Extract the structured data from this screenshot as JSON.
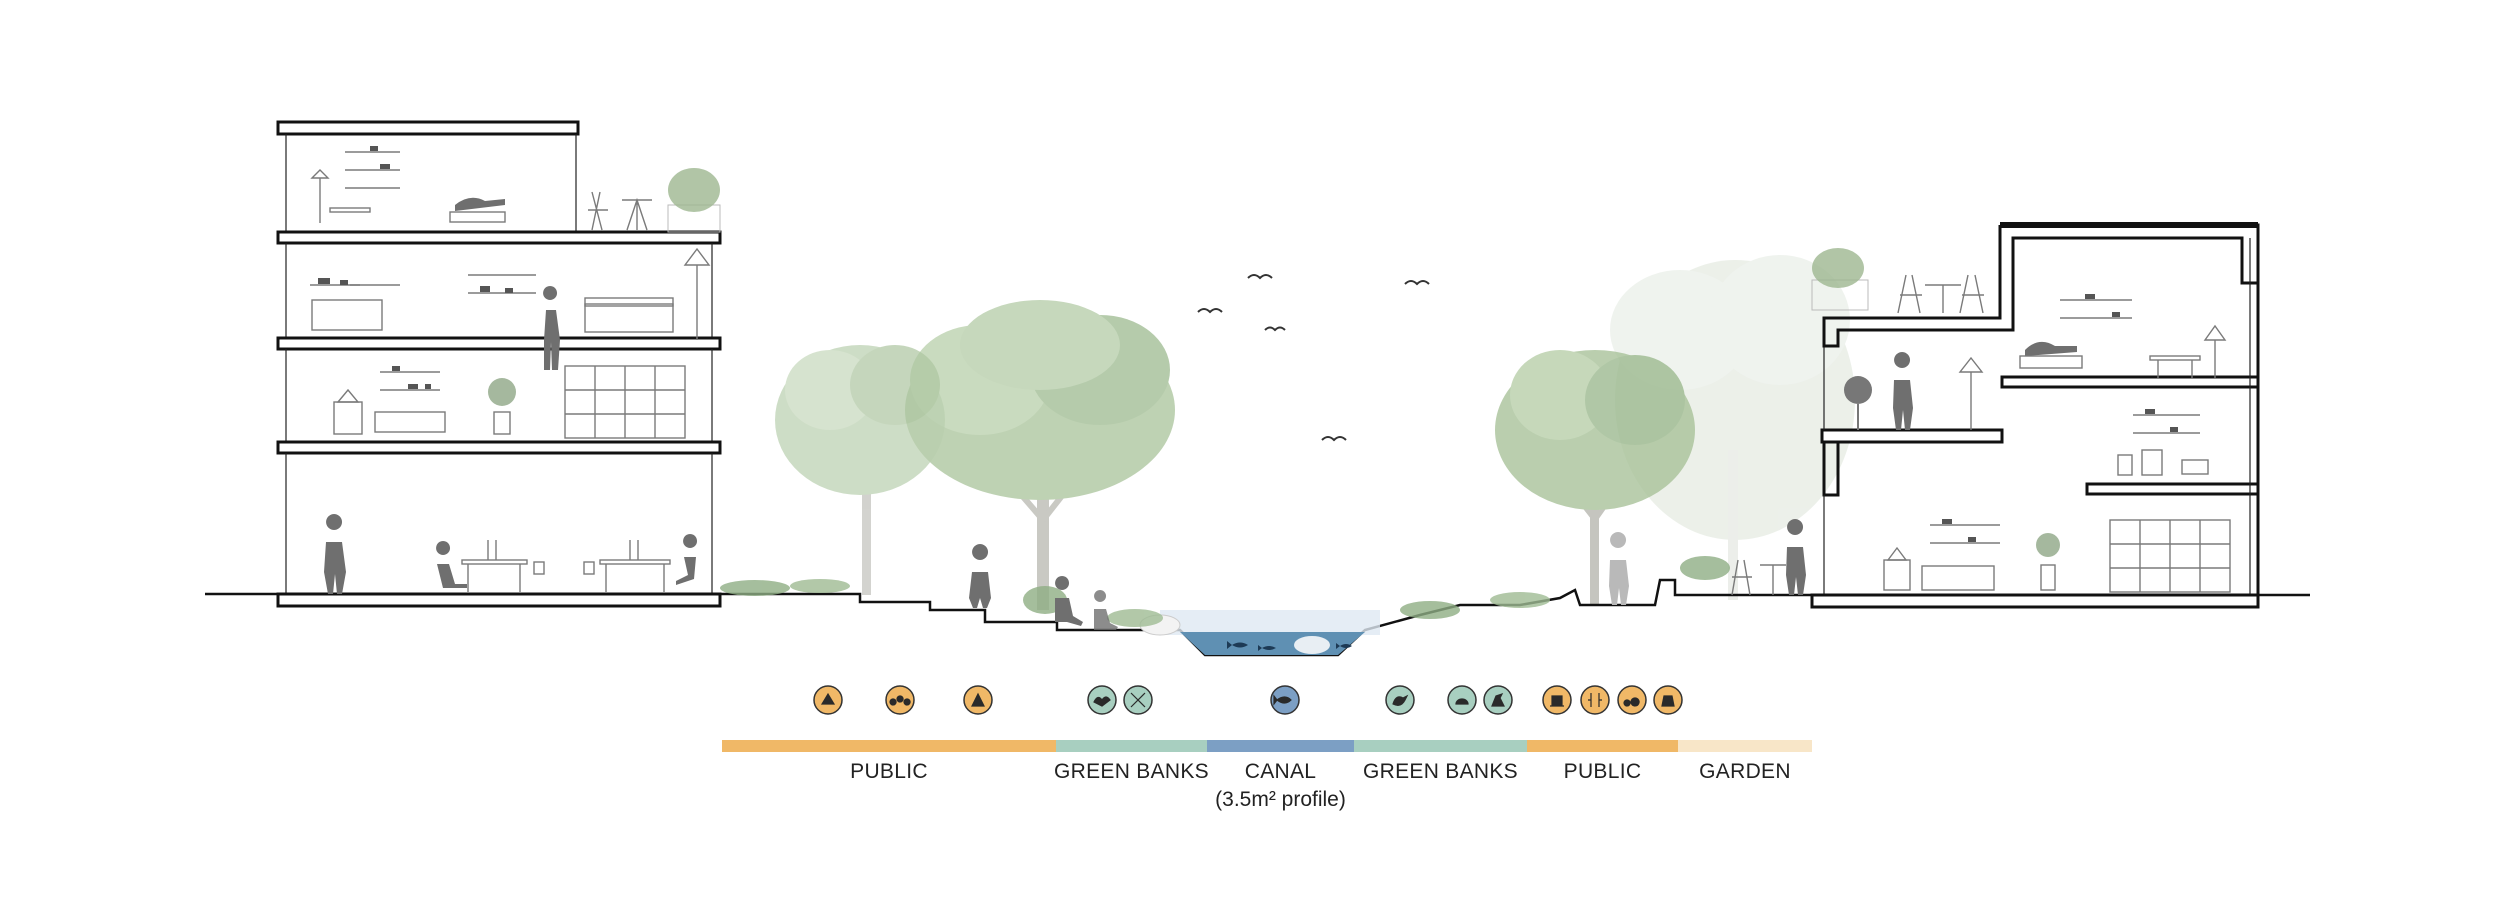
{
  "zones": [
    {
      "key": "public_left",
      "label": "PUBLIC",
      "sublabel": "",
      "color": "#f0b867"
    },
    {
      "key": "green_left",
      "label": "GREEN BANKS",
      "sublabel": "",
      "color": "#a8cfc0"
    },
    {
      "key": "canal",
      "label": "CANAL",
      "sublabel": "(3.5m² profile)",
      "color": "#7c9fc4"
    },
    {
      "key": "green_right",
      "label": "GREEN BANKS",
      "sublabel": "",
      "color": "#a8cfc0"
    },
    {
      "key": "public_right",
      "label": "PUBLIC",
      "sublabel": "",
      "color": "#f0b867"
    },
    {
      "key": "garden",
      "label": "GARDEN",
      "sublabel": "",
      "color": "#f8e6c8"
    }
  ],
  "icons": [
    {
      "name": "leisure-icon",
      "zone": "public",
      "color": "#f0b867"
    },
    {
      "name": "community-icon",
      "zone": "public",
      "color": "#f0b867"
    },
    {
      "name": "social-icon",
      "zone": "public",
      "color": "#f0b867"
    },
    {
      "name": "bird-icon",
      "zone": "green banks",
      "color": "#a8cfc0"
    },
    {
      "name": "dragonfly-icon",
      "zone": "green banks",
      "color": "#a8cfc0"
    },
    {
      "name": "fish-icon",
      "zone": "canal",
      "color": "#7c9fc4"
    },
    {
      "name": "bird-perch-icon",
      "zone": "green banks",
      "color": "#a8cfc0"
    },
    {
      "name": "frog-icon",
      "zone": "green banks",
      "color": "#a8cfc0"
    },
    {
      "name": "heron-icon",
      "zone": "green banks",
      "color": "#a8cfc0"
    },
    {
      "name": "playground-icon",
      "zone": "public",
      "color": "#f0b867"
    },
    {
      "name": "dining-icon",
      "zone": "public",
      "color": "#f0b867"
    },
    {
      "name": "family-icon",
      "zone": "public",
      "color": "#f0b867"
    },
    {
      "name": "events-icon",
      "zone": "public",
      "color": "#f0b867"
    }
  ],
  "colors": {
    "water": "#5f90b3",
    "water_light": "#dfe8f2",
    "tree_green": "#a9c39a",
    "tree_dark": "#7e9e77",
    "line": "#111111"
  }
}
